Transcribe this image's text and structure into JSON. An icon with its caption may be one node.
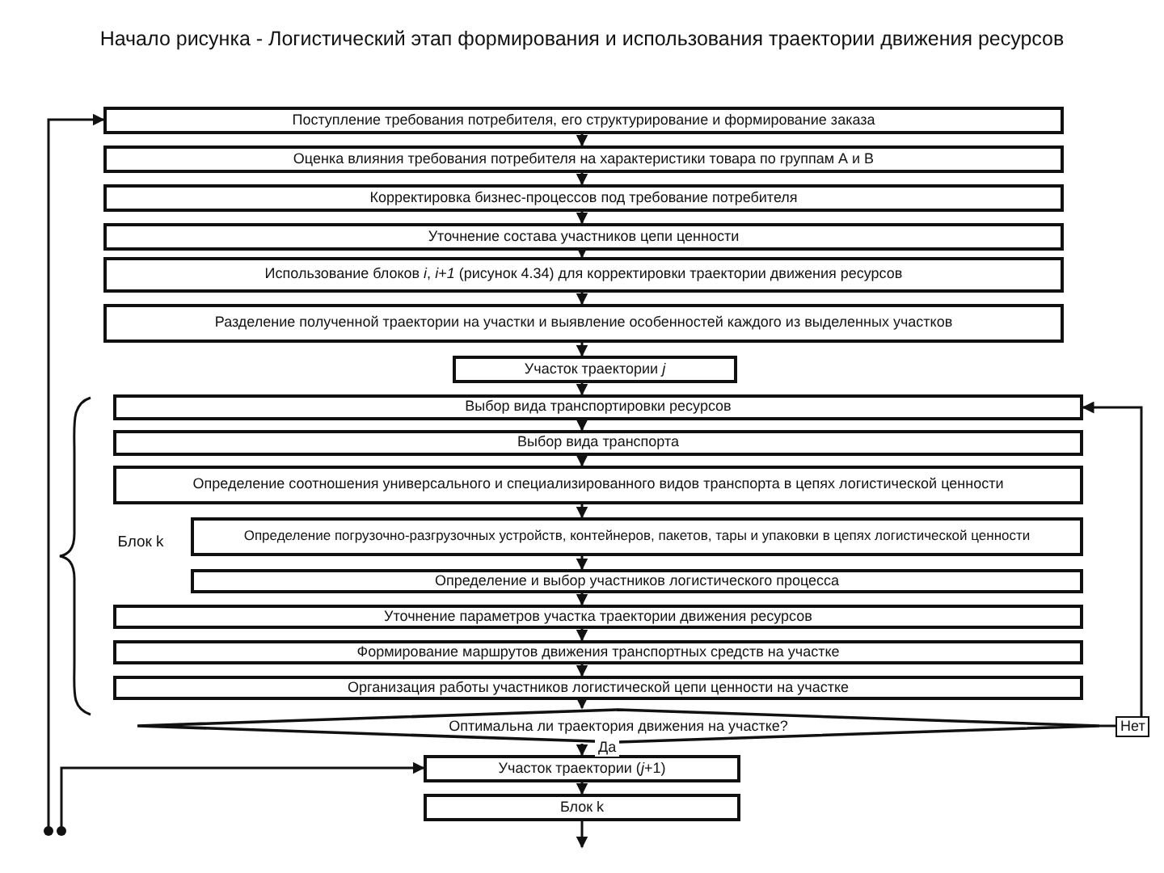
{
  "diagram": {
    "title": "Начало рисунка - Логистический этап формирования и использования траектории движения ресурсов",
    "nodes": [
      {
        "text": [
          "Поступление требования потребителя, его структурирование и формирование заказа"
        ]
      },
      {
        "text": [
          "Оценка влияния требования  потребителя на характеристики товара по группам А и В"
        ]
      },
      {
        "text": [
          "Корректировка бизнес-процессов под требование потребителя"
        ]
      },
      {
        "text": [
          "Уточнение состава участников цепи ценности"
        ]
      },
      {
        "text": [
          "Использование блоков *i*, *i+1* (рисунок 4.34) для корректировки траектории движения ресурсов"
        ]
      },
      {
        "text": [
          "Разделение полученной траектории на участки и выявление особенностей каждого из выделенных участков"
        ]
      },
      {
        "text": [
          "Участок траектории *j*"
        ]
      },
      {
        "text": [
          "Выбор вида транспортировки ресурсов"
        ]
      },
      {
        "text": [
          "Выбор вида транспорта"
        ]
      },
      {
        "text": [
          "Определение соотношения универсального и специализированного видов транспорта в цепях логистической ценности"
        ]
      },
      {
        "text": [
          "Определение погрузочно-разгрузочных устройств, контейнеров, пакетов, тары и упаковки в цепях логистической ценности"
        ]
      },
      {
        "text": [
          "Определение и выбор участников логистического процесса"
        ]
      },
      {
        "text": [
          "Уточнение параметров участка траектории движения ресурсов"
        ]
      },
      {
        "text": [
          "Формирование маршрутов движения транспортных средств на участке"
        ]
      },
      {
        "text": [
          "Организация работы участников логистической цепи ценности на участке"
        ]
      },
      {
        "text": [
          "Оптимальна ли траектория движения на участке?"
        ]
      },
      {
        "text": [
          "Участок траектории (*j*+1)"
        ]
      },
      {
        "text": [
          "Блок k"
        ]
      }
    ],
    "edges": [
      {
        "from": 0,
        "to": 1,
        "arrow": "to"
      },
      {
        "from": 1,
        "to": 2,
        "arrow": "to"
      },
      {
        "from": 2,
        "to": 3,
        "arrow": "to"
      },
      {
        "from": 3,
        "to": 4,
        "arrow": "to"
      },
      {
        "from": 4,
        "to": 5,
        "arrow": "to"
      },
      {
        "from": 5,
        "to": 6,
        "arrow": "to"
      },
      {
        "from": 6,
        "to": 7,
        "arrow": "to"
      },
      {
        "from": 7,
        "to": 8,
        "arrow": "to"
      },
      {
        "from": 8,
        "to": 9,
        "arrow": "to"
      },
      {
        "from": 9,
        "to": 10,
        "arrow": "to"
      },
      {
        "from": 10,
        "to": 11,
        "arrow": "to"
      },
      {
        "from": 11,
        "to": 12,
        "arrow": "to"
      },
      {
        "from": 12,
        "to": 13,
        "arrow": "to"
      },
      {
        "from": 13,
        "to": 14,
        "arrow": "to"
      },
      {
        "from": 14,
        "to": 15,
        "arrow": "to"
      },
      {
        "from": 15,
        "to": 16,
        "arrow": "to",
        "label": "Да"
      },
      {
        "from": 16,
        "to": 17,
        "arrow": "to"
      },
      {
        "from": 17,
        "to": null,
        "arrow": "to"
      },
      {
        "from": 15,
        "to": 7,
        "arrow": "to",
        "label": "Нет"
      },
      {
        "from": null,
        "to": 0,
        "arrow": "to"
      },
      {
        "from": null,
        "to": 16,
        "arrow": "to"
      }
    ],
    "labels": [
      "Блок k"
    ]
  }
}
